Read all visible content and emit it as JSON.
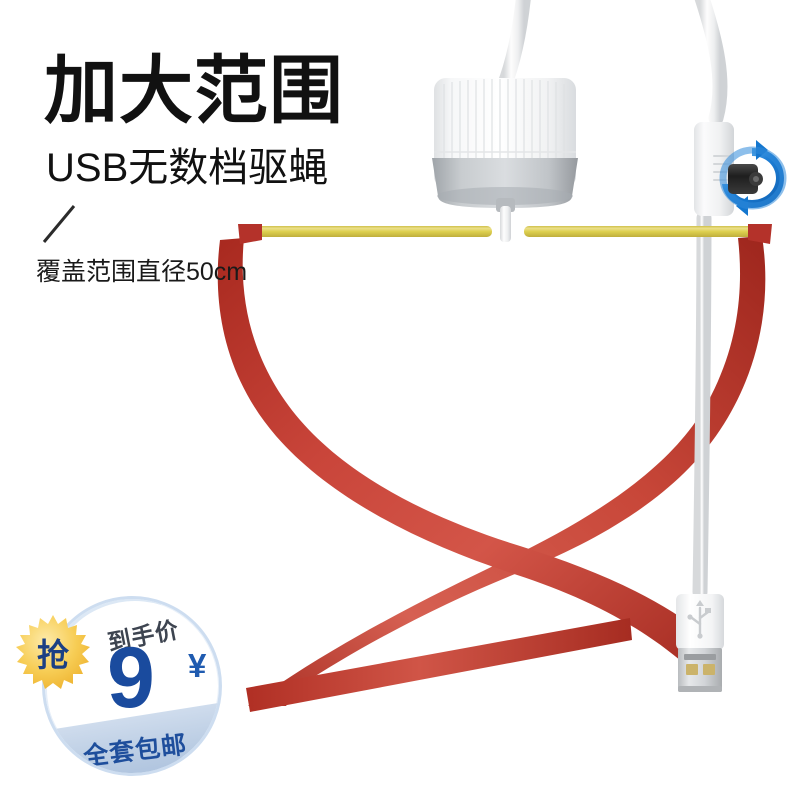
{
  "background_color": "#ffffff",
  "copy": {
    "headline": "加大范围",
    "subhead": "USB无数档驱蝇",
    "caption": "覆盖范围直径50cm",
    "headline_color": "#111111",
    "caption_color": "#1a1a1a"
  },
  "badge": {
    "burst_label": "抢",
    "price_label": "到手价",
    "price_value": "9",
    "currency_symbol": "¥",
    "shipping_label": "全套包邮",
    "burst_color": "#f6c544",
    "burst_text_color": "#1b3f84",
    "price_color": "#1a4b9e",
    "ring_color": "#cdddf0",
    "band_color": "#bccee4"
  },
  "product": {
    "motor_housing_color": "#f2f3f4",
    "motor_base_color": "#b8bcc0",
    "cable_color": "#f0f1f2",
    "controller_color": "#f4f5f6",
    "knob_color": "#2b2b2b",
    "rotation_arrow_color": "#1f7fd6",
    "rod_color": "#d8c94a",
    "ribbon_color": "#c23b2e",
    "usb_shell_color": "#fafafa",
    "usb_contact_color": "#cbb36a",
    "parts": [
      "motor-housing",
      "motor-base",
      "drive-shaft",
      "yellow-rod-left",
      "yellow-rod-right",
      "red-ribbon-left",
      "red-ribbon-right",
      "power-cable",
      "usb-controller",
      "speed-knob",
      "rotation-arrow",
      "usb-connector"
    ]
  }
}
